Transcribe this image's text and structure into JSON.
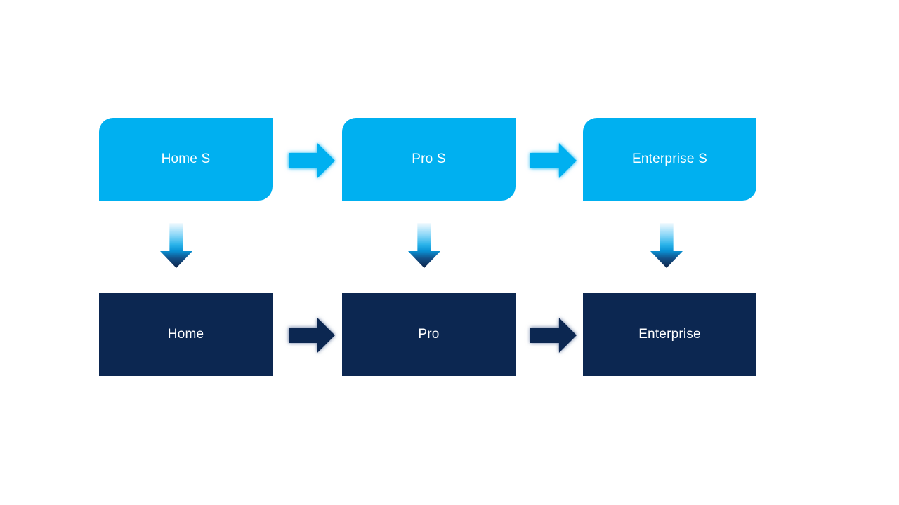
{
  "colors": {
    "background": "#FFFFFF",
    "light_blue": "#00B0F0",
    "dark_navy": "#0C2751",
    "text_white": "#FFFFFF",
    "glow_light": "rgba(0,176,240,0.55)",
    "glow_dark": "rgba(98,118,158,0.55)",
    "grad_top": "#F3FAFE",
    "grad_mid": "#0992D4",
    "grad_bottom": "#0D2348"
  },
  "diagram": {
    "top_row": [
      {
        "label": "Home S"
      },
      {
        "label": "Pro S"
      },
      {
        "label": "Enterprise S"
      }
    ],
    "bottom_row": [
      {
        "label": "Home"
      },
      {
        "label": "Pro"
      },
      {
        "label": "Enterprise"
      }
    ]
  }
}
